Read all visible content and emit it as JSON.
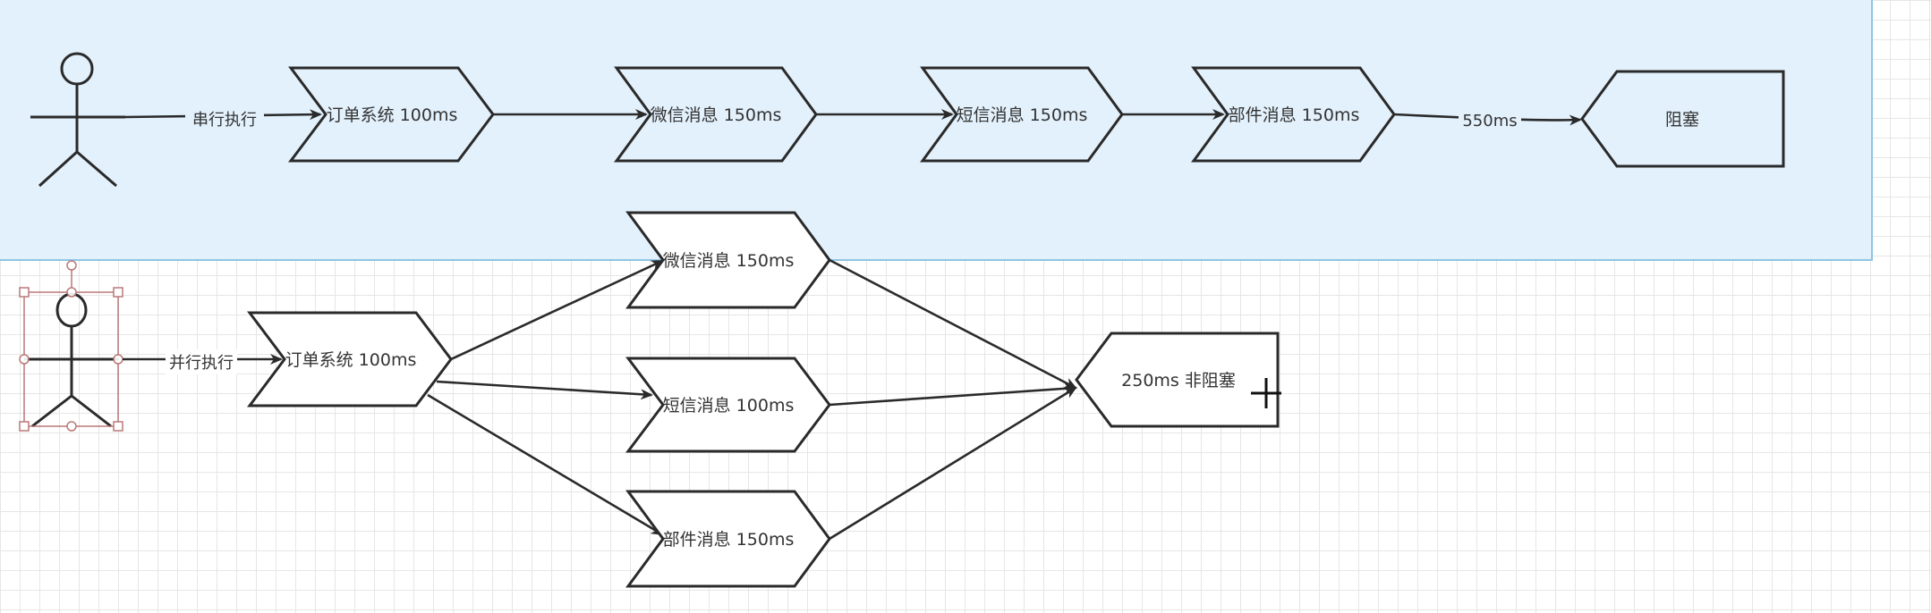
{
  "colors": {
    "swimlane_fill": "#e3f1fc",
    "swimlane_border": "#8ec5e3",
    "node_fill_top": "#e3f1fc",
    "node_fill_bottom": "#ffffff",
    "stroke": "#2a2a2a",
    "selection": "#b46b6b"
  },
  "serial": {
    "edge_label": "串行执行",
    "nodes": {
      "order": "订单系统 100ms",
      "wechat": "微信消息 150ms",
      "sms": "短信消息 150ms",
      "mail": "部件消息 150ms",
      "result": "阻塞"
    },
    "total_label": "550ms"
  },
  "parallel": {
    "edge_label": "并行执行",
    "nodes": {
      "order": "订单系统 100ms",
      "wechat": "微信消息 150ms",
      "sms": "短信消息 100ms",
      "mail": "部件消息 150ms",
      "result": "250ms 非阻塞"
    }
  }
}
